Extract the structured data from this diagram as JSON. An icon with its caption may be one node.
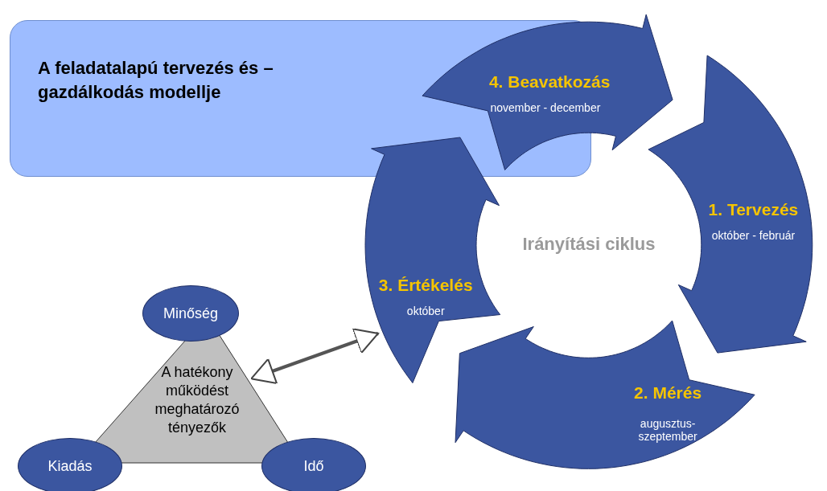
{
  "diagram": {
    "nodes": [
      {
        "text": [
          "A feladatalapú tervezés és –gazdálkodás modellje"
        ]
      },
      {
        "text": [
          "4. Beavatkozás",
          "november - december"
        ]
      },
      {
        "text": [
          "1. Tervezés",
          "október - február"
        ]
      },
      {
        "text": [
          "3. Értékelés",
          "október"
        ]
      },
      {
        "text": [
          "2. Mérés",
          "augusztus- szeptember"
        ]
      },
      {
        "text": [
          "Minőség"
        ]
      },
      {
        "text": [
          "A hatékony működést meghatározó tényezők"
        ]
      },
      {
        "text": [
          "Kiadás"
        ]
      },
      {
        "text": [
          "Idő"
        ]
      }
    ],
    "edges": [
      {
        "from": 6,
        "to": 3,
        "arrow": "both"
      }
    ],
    "labels": [
      "Irányítási ciklus"
    ]
  }
}
